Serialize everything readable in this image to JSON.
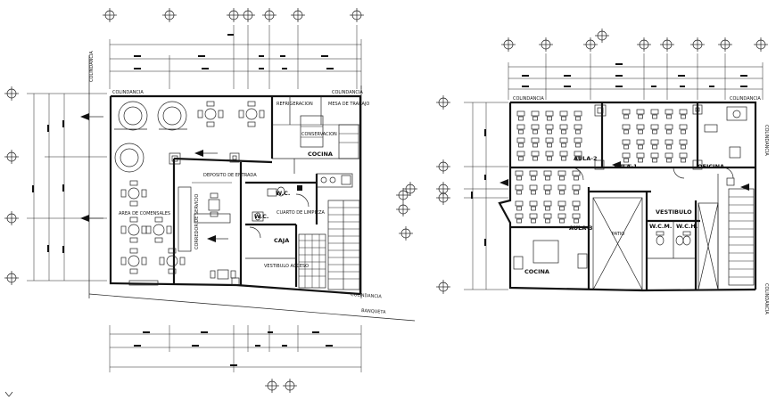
{
  "left_plan": {
    "labels": {
      "cocina": "COCINA",
      "caja": "CAJA",
      "wc": "W.C.",
      "banqueta": "BANQUETA",
      "colindancia_tl": "COLINDANCIA",
      "colindancia_tr": "COLINDANCIA",
      "colindancia_br": "COLINDANCIA",
      "colindancia_left": "COLINDANCIA",
      "area_comensales": "AREA DE COMENSALES",
      "refrigeracion": "REFRIGERACION",
      "mesa_trabajo": "MESA DE TRABAJO",
      "conservacion": "CONSERVACION",
      "deposito": "DEPOSITO DE ENTRADA",
      "vestibulo_acceso": "VESTIBULO ACCESO",
      "cuarto_limpieza": "CUARTO DE LIMPIEZA",
      "corredor": "CORREDOR DE SERVICIO"
    }
  },
  "right_plan": {
    "labels": {
      "aula1": "AULA-1",
      "aula2": "AULA-2",
      "aula3": "AULA-3",
      "oficina": "OFICINA",
      "vestibulo": "VESTIBULO",
      "cocina": "COCINA",
      "wcm": "W.C.M.",
      "wch": "W.C.H.",
      "patio": "PATIO",
      "colindancia_tl": "COLINDANCIA",
      "colindancia_tr": "COLINDANCIA",
      "colindancia_r1": "COLINDANCIA",
      "colindancia_r2": "COLINDANCIA"
    }
  },
  "colors": {
    "ink": "#111111",
    "paper": "#ffffff"
  }
}
